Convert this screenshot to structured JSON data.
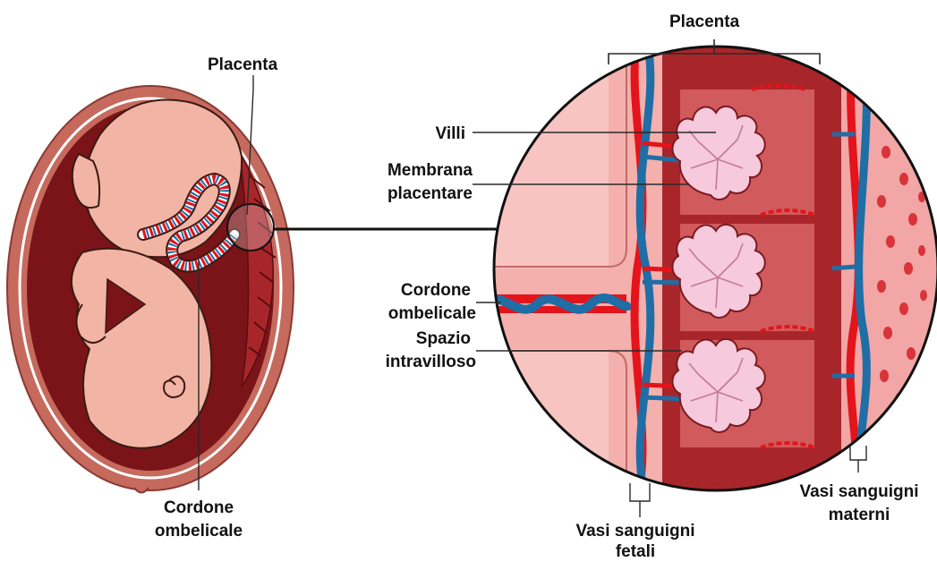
{
  "labels": {
    "left_placenta": "Placenta",
    "left_cord_1": "Cordone",
    "left_cord_2": "ombelicale",
    "top_placenta": "Placenta",
    "villi": "Villi",
    "membrane_1": "Membrana",
    "membrane_2": "placentare",
    "cord_1": "Cordone",
    "cord_2": "ombelicale",
    "space_1": "Spazio",
    "space_2": "intravilloso",
    "fetal_1": "Vasi sanguigni",
    "fetal_2": "fetali",
    "maternal_1": "Vasi sanguigni",
    "maternal_2": "materni"
  },
  "colors": {
    "uterus_outer": "#c66a5e",
    "uterus_dark": "#7a1418",
    "skin": "#f2b4a4",
    "tissue": "#a8262a",
    "villus": "#f7c9dc",
    "artery_red": "#e3141b",
    "vein_blue": "#1f6ea6"
  }
}
